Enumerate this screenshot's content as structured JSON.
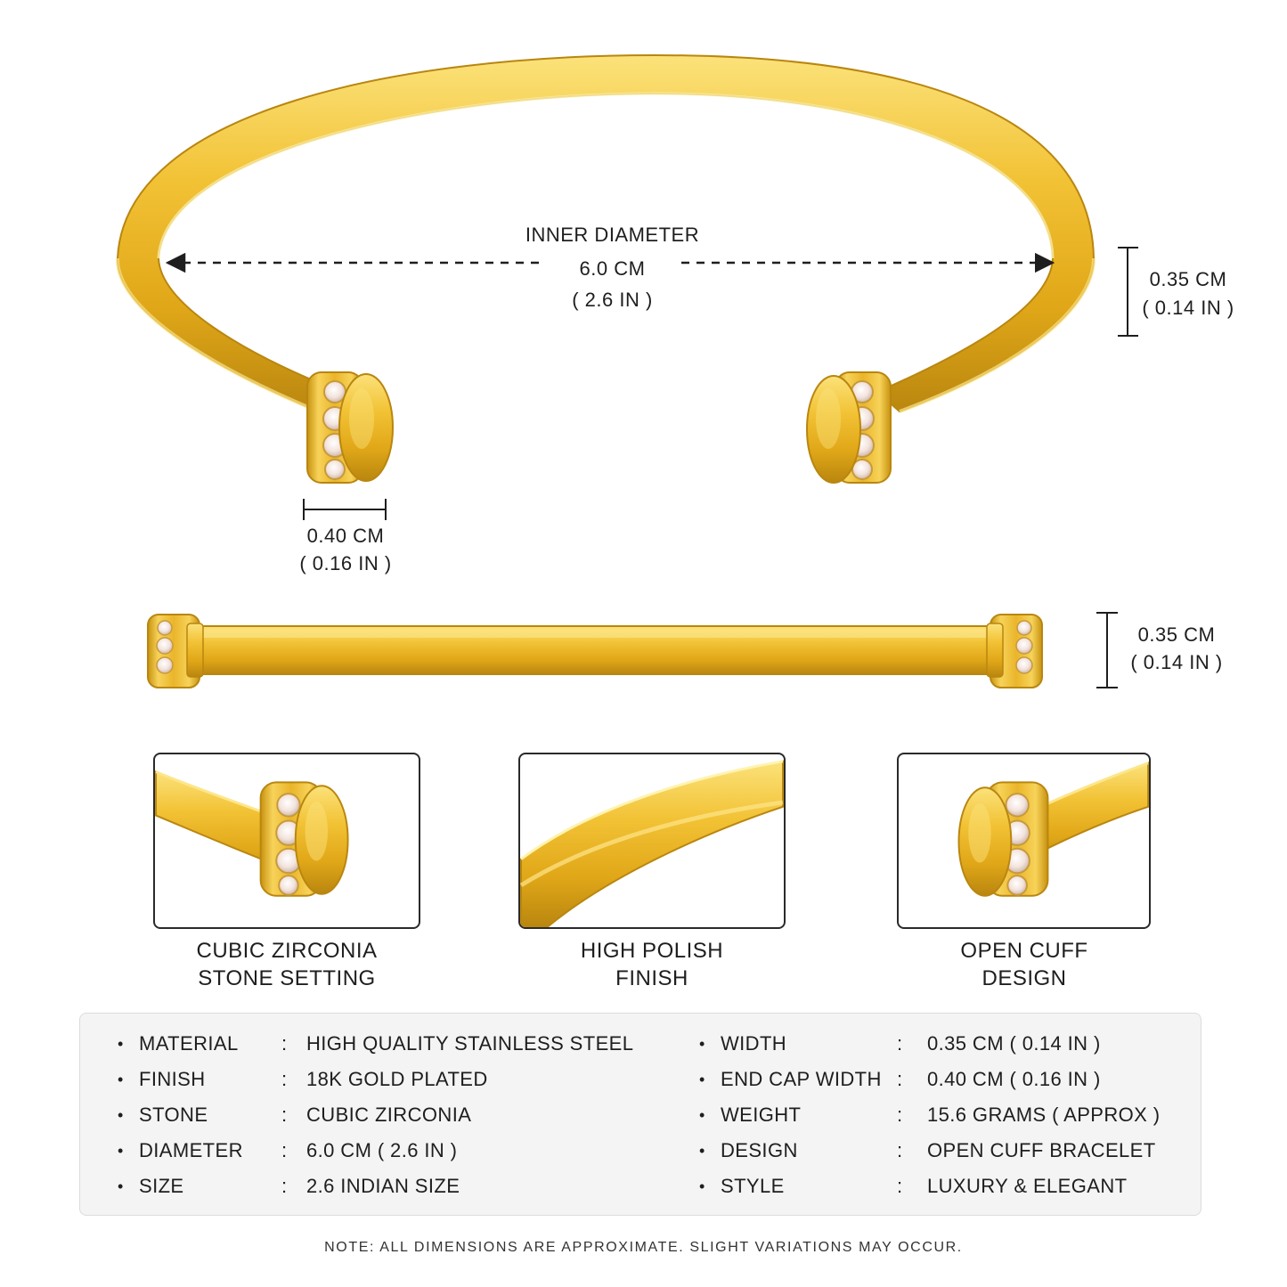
{
  "dimensions": {
    "inner_diameter_label": "INNER DIAMETER",
    "inner_diameter_cm": "6.0 CM",
    "inner_diameter_in": "( 2.6 IN )",
    "top_width_cm": "0.35 CM",
    "top_width_in": "( 0.14 IN )",
    "end_cap_cm": "0.40 CM",
    "end_cap_in": "( 0.16 IN )",
    "side_width_cm": "0.35 CM",
    "side_width_in": "( 0.14 IN )"
  },
  "features": [
    {
      "line1": "CUBIC ZIRCONIA",
      "line2": "STONE SETTING"
    },
    {
      "line1": "HIGH POLISH",
      "line2": "FINISH"
    },
    {
      "line1": "OPEN CUFF",
      "line2": "DESIGN"
    }
  ],
  "specs": {
    "bullet": "•",
    "colon": ":",
    "left": [
      {
        "key": "MATERIAL",
        "value": "HIGH QUALITY STAINLESS STEEL"
      },
      {
        "key": "FINISH",
        "value": "18K GOLD PLATED"
      },
      {
        "key": "STONE",
        "value": "CUBIC ZIRCONIA"
      },
      {
        "key": "DIAMETER",
        "value": "6.0 CM ( 2.6 IN )"
      },
      {
        "key": "SIZE",
        "value": "2.6 INDIAN SIZE"
      }
    ],
    "right": [
      {
        "key": "WIDTH",
        "value": "0.35 CM ( 0.14 IN )"
      },
      {
        "key": "END CAP WIDTH",
        "value": "0.40 CM ( 0.16 IN )"
      },
      {
        "key": "WEIGHT",
        "value": "15.6 GRAMS ( APPROX )"
      },
      {
        "key": "DESIGN",
        "value": "OPEN CUFF BRACELET"
      },
      {
        "key": "STYLE",
        "value": "LUXURY & ELEGANT"
      }
    ]
  },
  "note": "NOTE: ALL DIMENSIONS ARE APPROXIMATE. SLIGHT VARIATIONS MAY OCCUR.",
  "colors": {
    "gold": "#e8b52a",
    "gold_light": "#f7d35a",
    "gold_dark": "#b9860f",
    "stone": "#f4e6e0",
    "text": "#1e1e1e"
  }
}
